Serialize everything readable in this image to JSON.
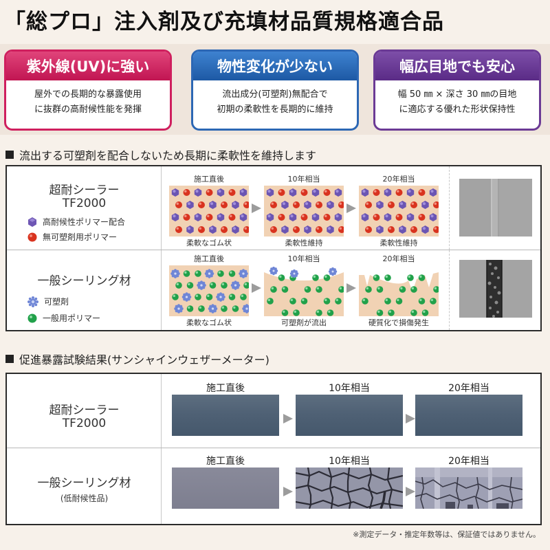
{
  "title": "「総プロ」注入剤及び充填材品質規格適合品",
  "features": [
    {
      "heading": "紫外線(UV)に強い",
      "line1": "屋外での長期的な暴露使用",
      "line2": "に抜群の高耐候性能を発揮",
      "color": "#c11552"
    },
    {
      "heading": "物性変化が少ない",
      "line1": "流出成分(可塑剤)無配合で",
      "line2": "初期の柔軟性を長期的に維持",
      "color": "#1d59a4"
    },
    {
      "heading": "幅広目地でも安心",
      "line1": "幅 50 ㎜ × 深さ 30 ㎜の目地",
      "line2": "に適応する優れた形状保持性",
      "color": "#5a2b86"
    }
  ],
  "section1": {
    "heading": "流出する可塑剤を配合しないため長期に柔軟性を維持します",
    "rows": [
      {
        "name_line1": "超耐シーラー",
        "name_line2": "TF2000",
        "legend": [
          {
            "icon": "hexagon-purple-icon",
            "label": "高耐候性ポリマー配合"
          },
          {
            "icon": "sphere-red-icon",
            "label": "無可塑剤用ポリマー"
          }
        ],
        "stages": [
          {
            "top": "施工直後",
            "bottom": "柔軟なゴム状"
          },
          {
            "top": "10年相当",
            "bottom": "柔軟性維持"
          },
          {
            "top": "20年相当",
            "bottom": "柔軟性維持"
          }
        ]
      },
      {
        "name_line1": "一般シーリング材",
        "legend": [
          {
            "icon": "gear-blue-icon",
            "label": "可塑剤"
          },
          {
            "icon": "sphere-green-icon",
            "label": "一般用ポリマー"
          }
        ],
        "stages": [
          {
            "top": "施工直後",
            "bottom": "柔軟なゴム状"
          },
          {
            "top": "10年相当",
            "bottom": "可塑剤が流出"
          },
          {
            "top": "20年相当",
            "bottom": "硬質化で損傷発生"
          }
        ]
      }
    ]
  },
  "section2": {
    "heading": "促進暴露試験結果(サンシャインウェザーメーター)",
    "rows": [
      {
        "name_line1": "超耐シーラー",
        "name_line2": "TF2000",
        "stages": [
          "施工直後",
          "10年相当",
          "20年相当"
        ]
      },
      {
        "name_line1": "一般シーリング材",
        "name_line2": "(低耐候性品)",
        "stages": [
          "施工直後",
          "10年相当",
          "20年相当"
        ]
      }
    ]
  },
  "footnote": "※測定データ・推定年数等は、保証値ではありません。"
}
